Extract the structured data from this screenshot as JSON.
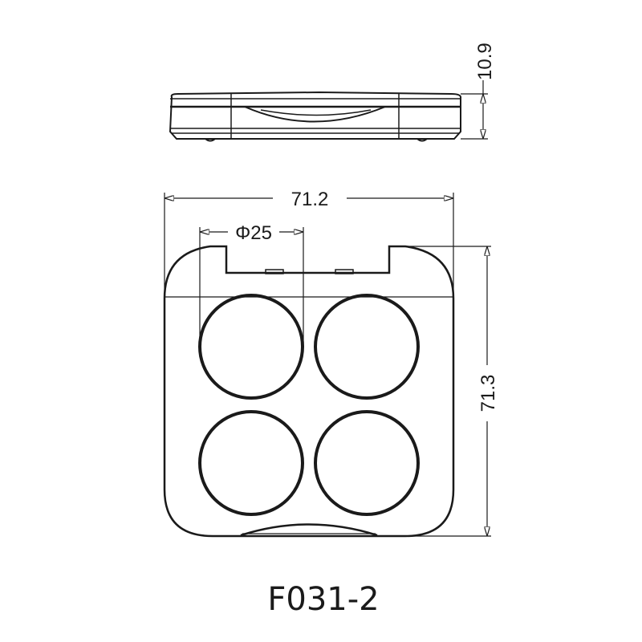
{
  "drawing": {
    "model_code": "F031-2",
    "line_color": "#1a1a1a",
    "background": "#ffffff"
  },
  "side_view": {
    "height_dim": "10.9"
  },
  "top_view": {
    "width_dim": "71.2",
    "height_dim": "71.3",
    "well_diameter_dim": "Φ25",
    "well_count": 4
  }
}
